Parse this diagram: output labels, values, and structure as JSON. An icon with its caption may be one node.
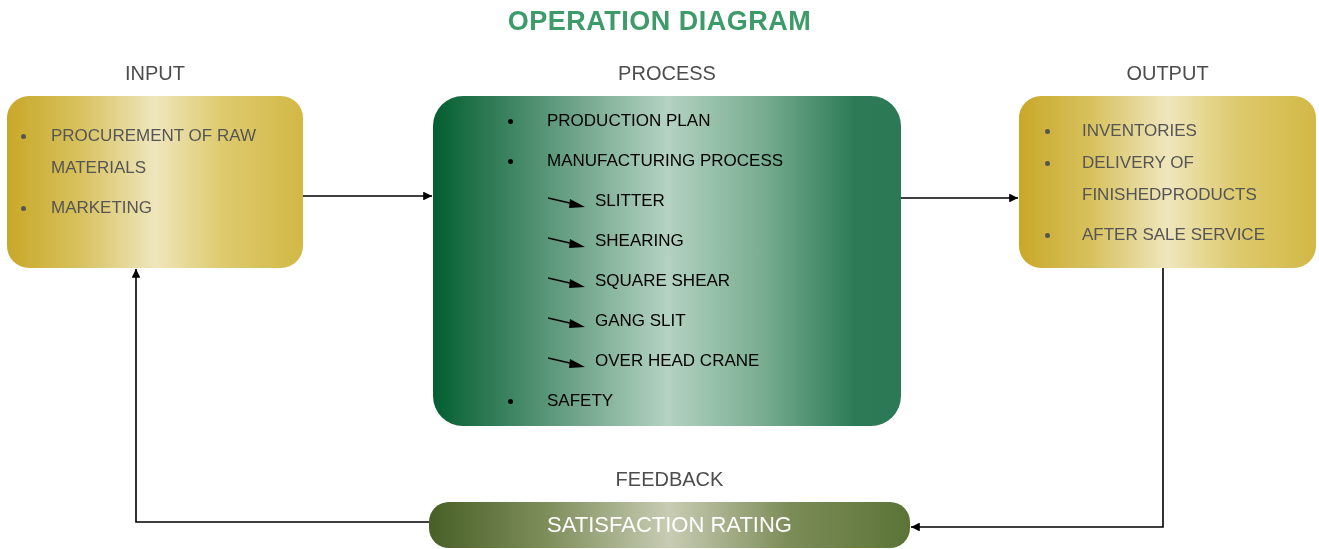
{
  "diagram": {
    "title": "OPERATION DIAGRAM",
    "nodes": [
      {
        "text": [
          "INPUT",
          "PROCUREMENT OF RAW MATERIALS",
          "MARKETING"
        ]
      },
      {
        "text": [
          "PROCESS",
          "PRODUCTION PLAN",
          "MANUFACTURING PROCESS",
          "SLITTER",
          "SHEARING",
          "SQUARE SHEAR",
          "GANG SLIT",
          "OVER HEAD CRANE",
          "SAFETY"
        ]
      },
      {
        "text": [
          "OUTPUT",
          "INVENTORIES",
          "DELIVERY OF FINISHEDPRODUCTS",
          "AFTER SALE SERVICE"
        ]
      },
      {
        "text": [
          "FEEDBACK",
          "SATISFACTION RATING"
        ]
      }
    ],
    "edges": [
      {
        "from": 0,
        "to": 1,
        "arrow": "to"
      },
      {
        "from": 1,
        "to": 2,
        "arrow": "to"
      },
      {
        "from": 2,
        "to": 3,
        "arrow": "to"
      },
      {
        "from": 3,
        "to": 0,
        "arrow": "to"
      }
    ]
  }
}
